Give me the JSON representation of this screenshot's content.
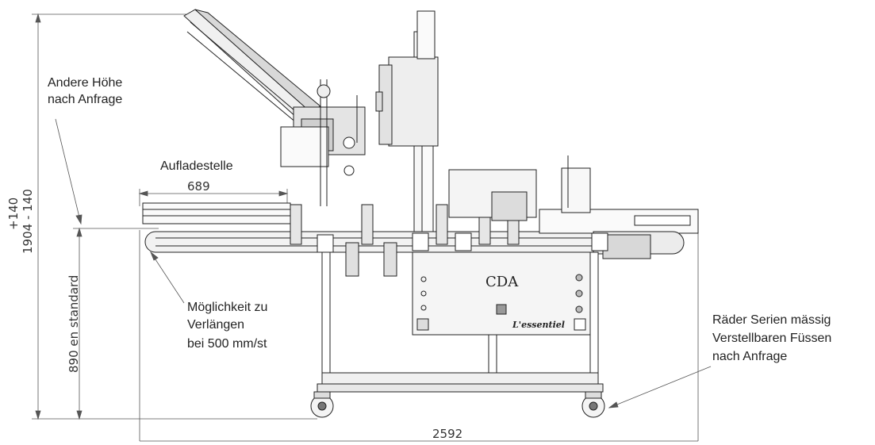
{
  "labels": {
    "other_height_line1": "Andere Höhe",
    "other_height_line2": "nach Anfrage",
    "loading_point": "Aufladestelle",
    "extend_line1": "Möglichkeit zu",
    "extend_line2": "Verlängen",
    "extend_line3": "bei 500 mm/st",
    "wheels_line1": "Räder Serien mässig",
    "wheels_line2": "Verstellbaren Füssen",
    "wheels_line3": "nach Anfrage"
  },
  "dimensions": {
    "conveyor_length": "689",
    "total_length": "2592",
    "height_plus": "+140",
    "height_range": "1904 - 140",
    "standard_height": "890 en standard"
  },
  "machine": {
    "brand": "CDA",
    "model": "L'essentiel"
  }
}
